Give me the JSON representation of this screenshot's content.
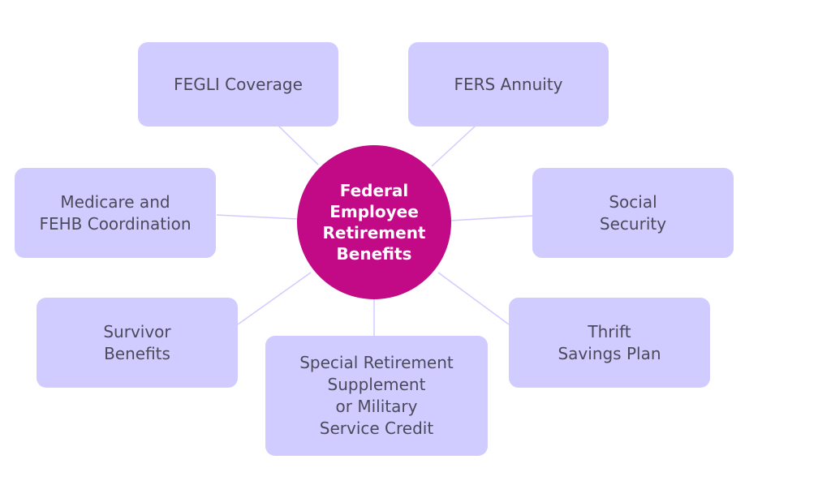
{
  "diagram": {
    "center": {
      "label": "Federal\nEmployee\nRetirement\nBenefits"
    },
    "nodes": [
      {
        "id": "fegli",
        "label": "FEGLI Coverage"
      },
      {
        "id": "fers",
        "label": "FERS Annuity"
      },
      {
        "id": "medicare",
        "label": "Medicare and\nFEHB Coordination"
      },
      {
        "id": "social",
        "label": "Social\nSecurity"
      },
      {
        "id": "survivor",
        "label": "Survivor\nBenefits"
      },
      {
        "id": "srs",
        "label": "Special Retirement\nSupplement\nor Military\nService Credit"
      },
      {
        "id": "tsp",
        "label": "Thrift\nSavings Plan"
      }
    ],
    "colors": {
      "node_fill": "#d0ccff",
      "center_fill": "#c20a86",
      "link": "#d0ccff",
      "node_text": "#4a4a5a"
    }
  }
}
